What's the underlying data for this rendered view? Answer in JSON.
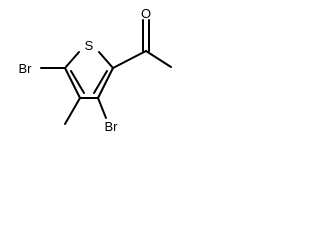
{
  "molecule": {
    "atoms": {
      "sulfur": "S",
      "oxygen": "O",
      "bromine_left": "Br",
      "bromine_bottom": "Br"
    }
  }
}
